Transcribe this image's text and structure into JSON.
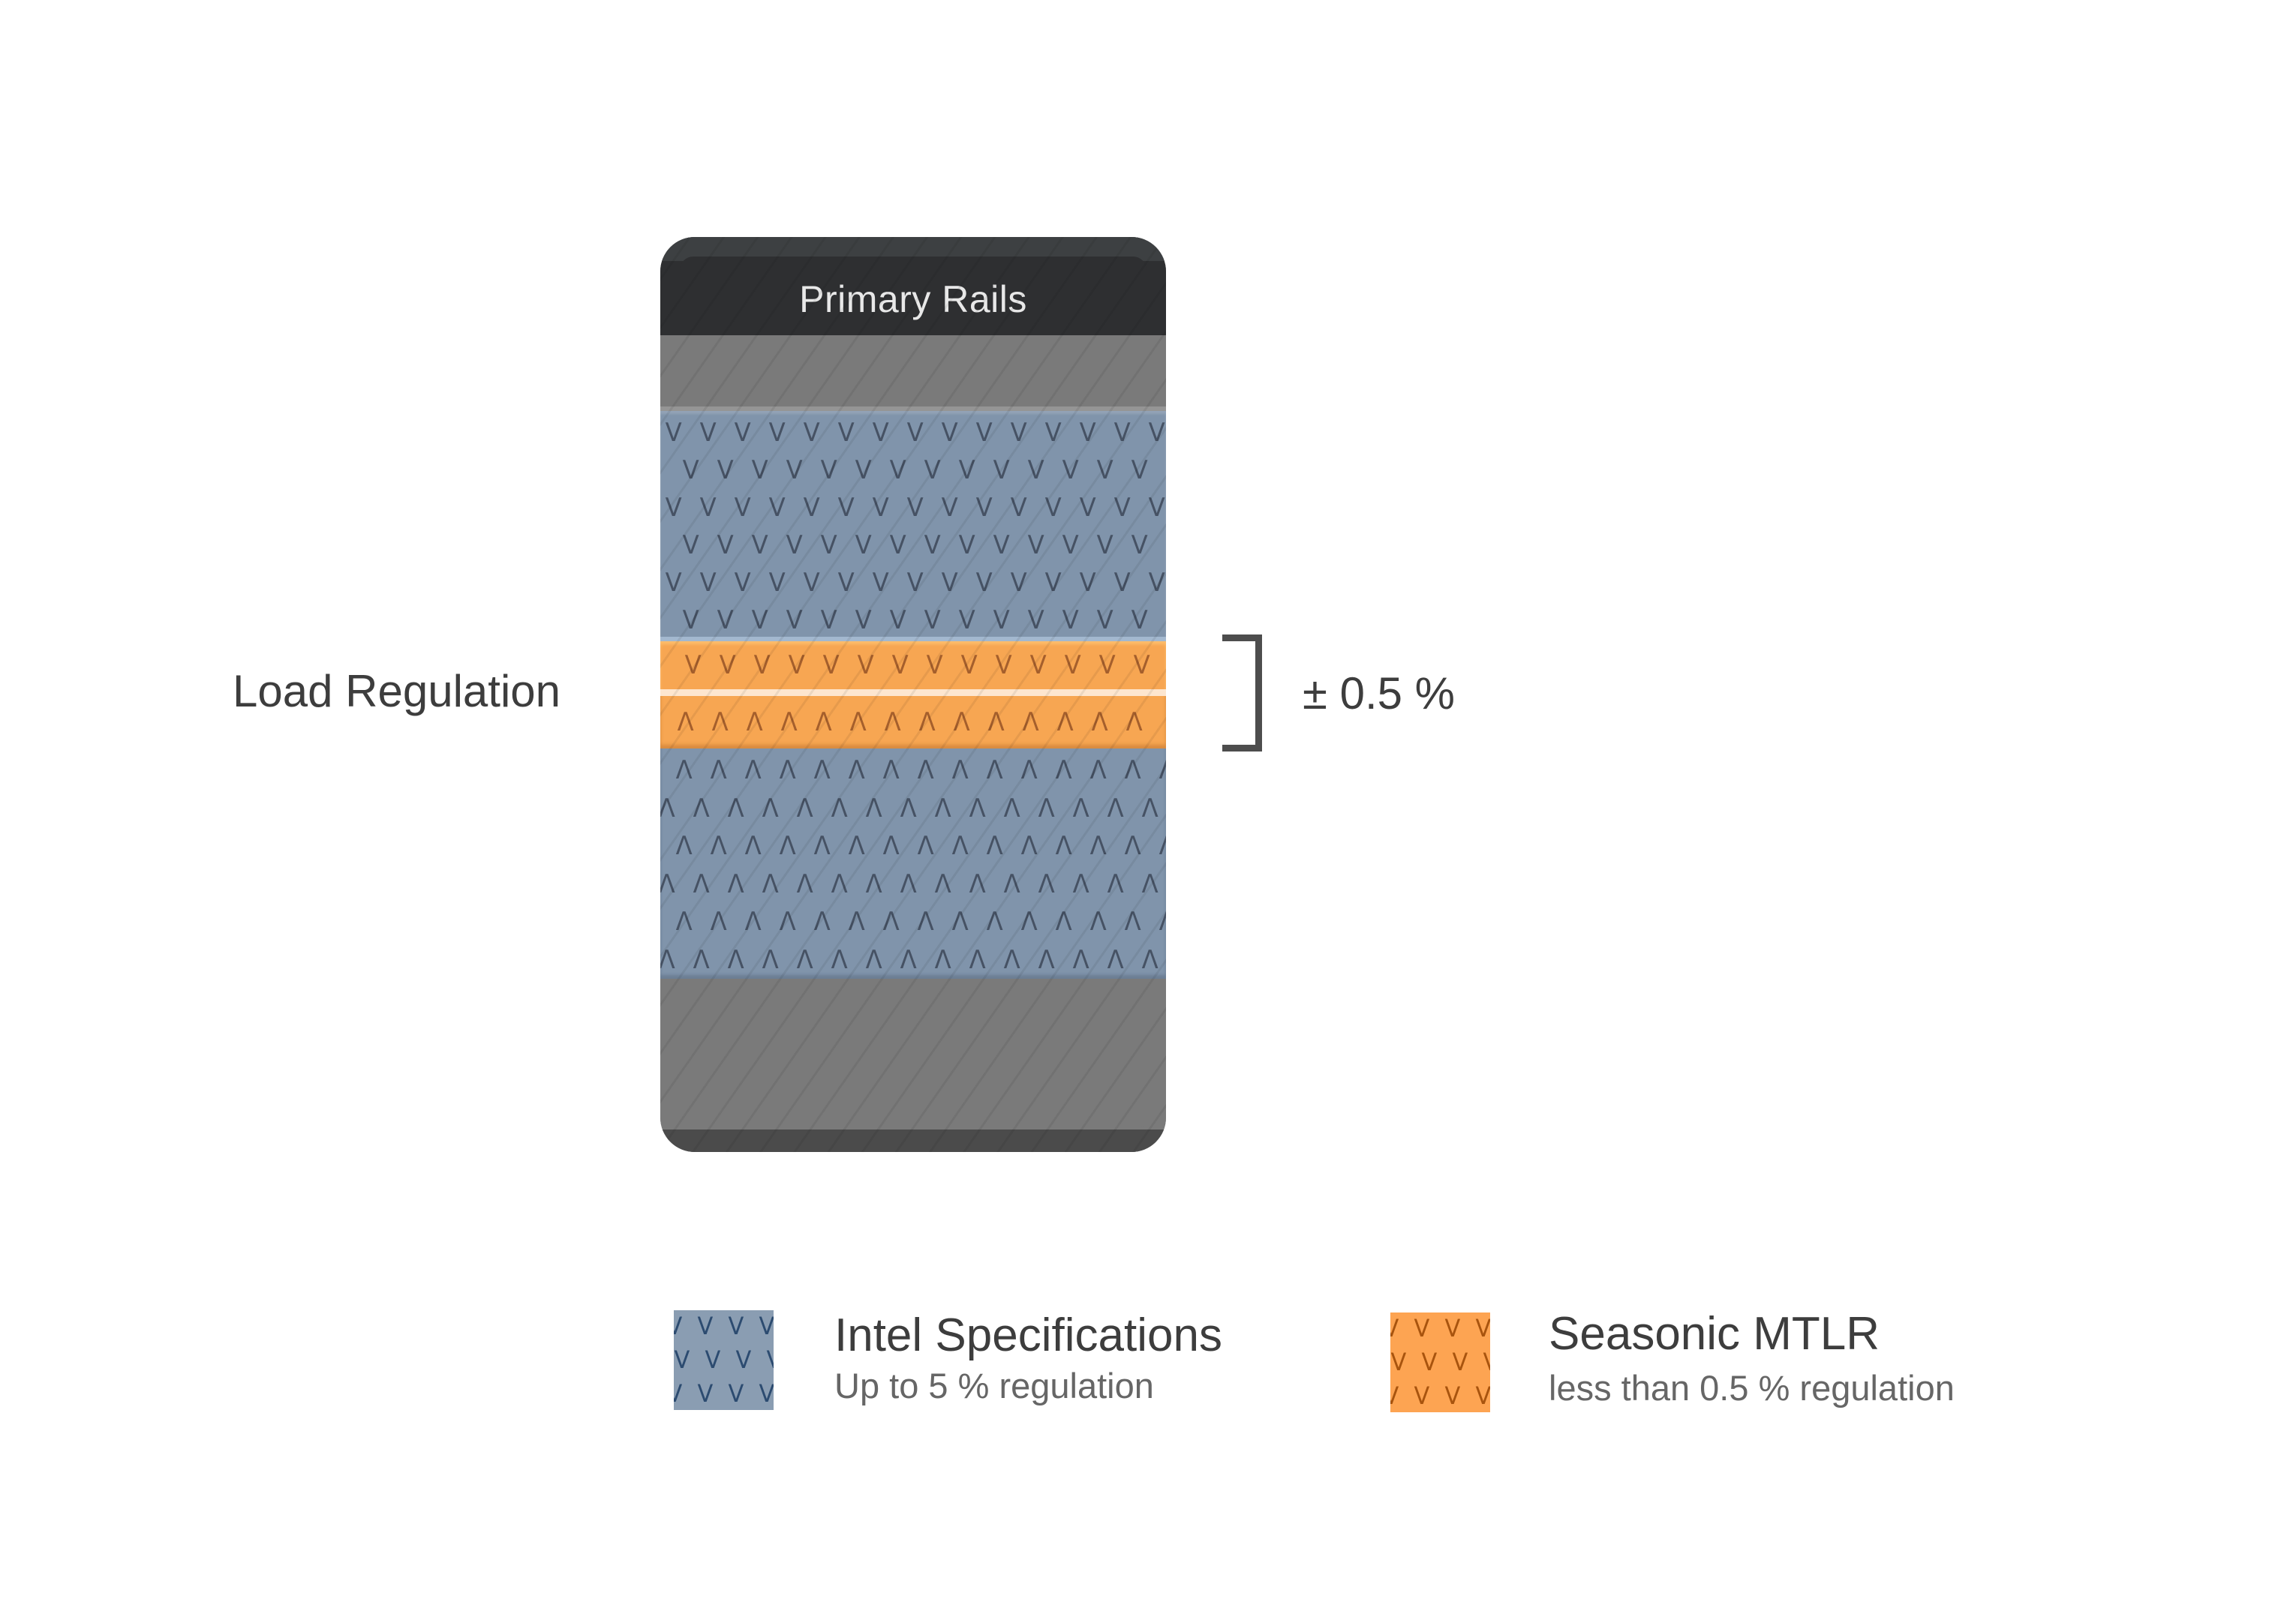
{
  "diagram": {
    "title": "Primary Rails",
    "row_label": "Load Regulation",
    "bracket_label": "± 0.5 %",
    "glyphs": {
      "over": "V",
      "under": "Λ"
    },
    "colors": {
      "intel_band": "#8094ab",
      "seasonic_band": "#f7a652",
      "rail_body": "#7a7a7a",
      "header": "#2e2f31"
    },
    "bands": [
      {
        "name": "intel-over",
        "series": "Intel Specifications",
        "glyph": "V",
        "rows": 6
      },
      {
        "name": "seasonic-over",
        "series": "Seasonic MTLR",
        "glyph": "V",
        "rows": 1
      },
      {
        "name": "seasonic-under",
        "series": "Seasonic MTLR",
        "glyph": "Λ",
        "rows": 1
      },
      {
        "name": "intel-under",
        "series": "Intel Specifications",
        "glyph": "Λ",
        "rows": 6
      }
    ]
  },
  "legend": [
    {
      "title": "Intel Specifications",
      "subtitle": "Up to 5 % regulation",
      "color": "#8a9db2",
      "glyph": "V"
    },
    {
      "title": "Seasonic MTLR",
      "subtitle": "less than 0.5 % regulation",
      "color": "#fda452",
      "glyph": "V"
    }
  ]
}
